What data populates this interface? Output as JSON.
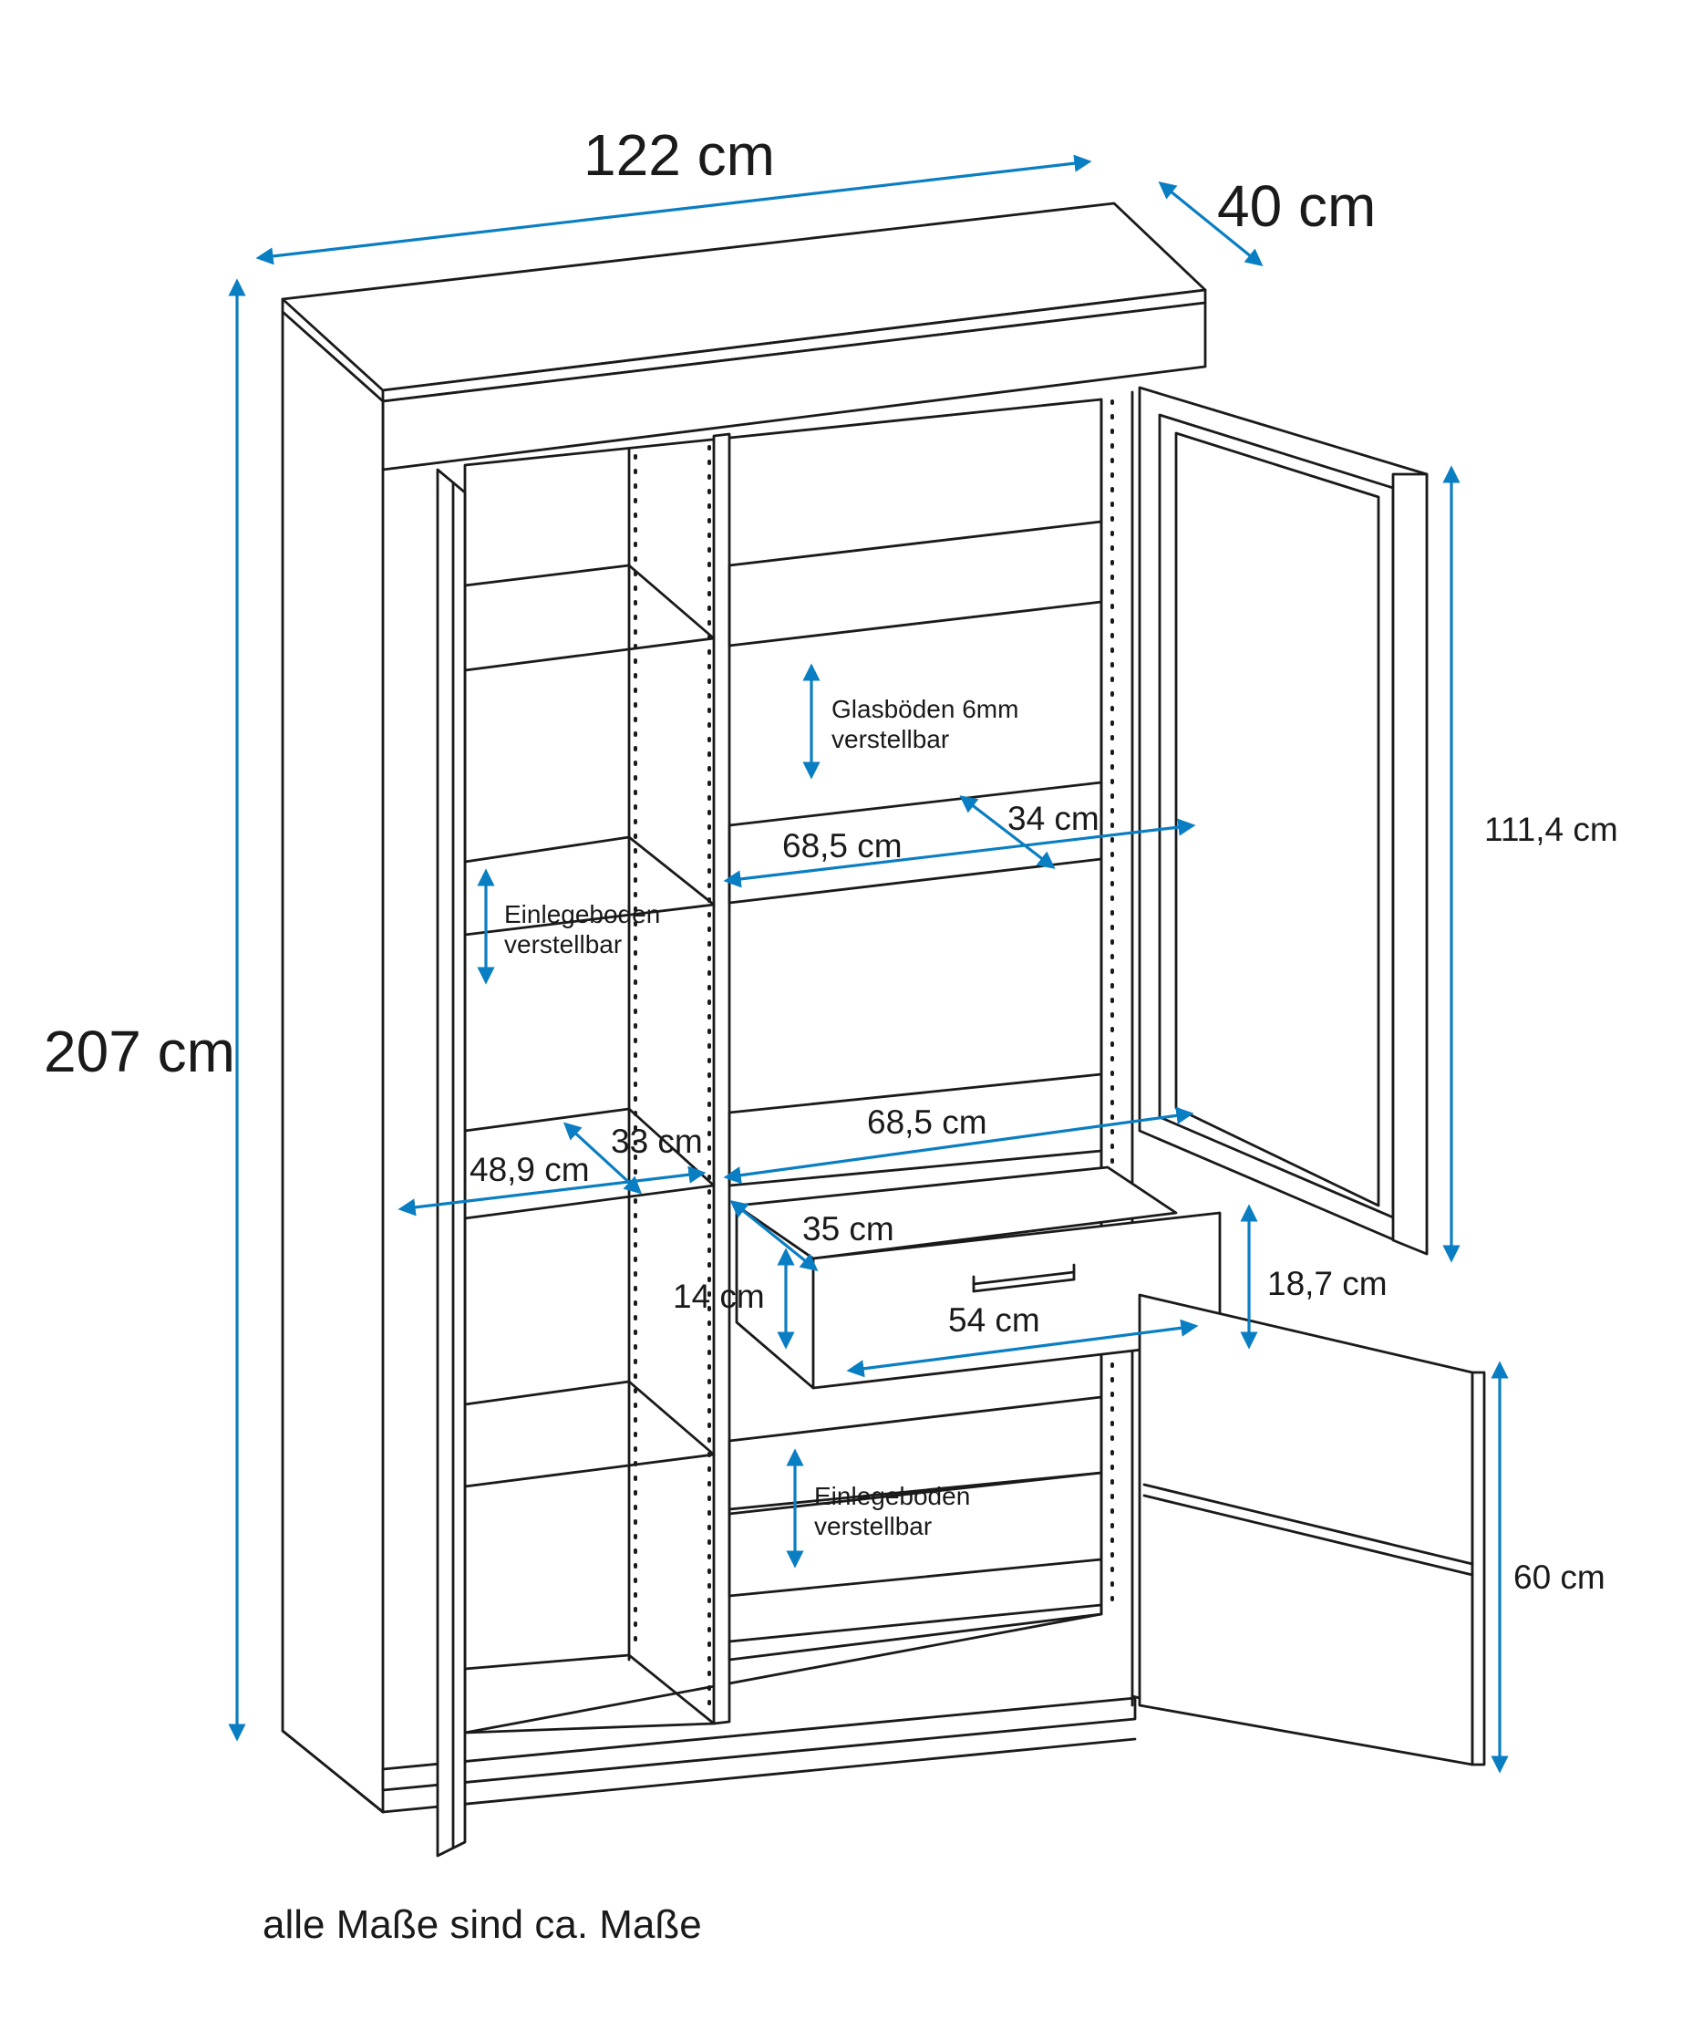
{
  "colors": {
    "dimension_arrow": "#0a7ec2",
    "line": "#1a1a1a",
    "background": "#ffffff"
  },
  "dimensions": {
    "width": "122 cm",
    "depth": "40 cm",
    "height": "207 cm",
    "glass_door_height": "111,4 cm",
    "upper_inner_width": "68,5 cm",
    "upper_inner_depth": "34 cm",
    "lower_inner_width": "68,5 cm",
    "left_compartment_width": "48,9 cm",
    "left_compartment_depth": "33 cm",
    "drawer_depth": "35 cm",
    "drawer_inner_height": "14 cm",
    "drawer_width": "54 cm",
    "drawer_front_height": "18,7 cm",
    "lower_door_height": "60 cm"
  },
  "notes": {
    "glass_shelves_line1": "Glasböden 6mm",
    "glass_shelves_line2": "verstellbar",
    "left_shelf_line1": "Einlegeboden",
    "left_shelf_line2": "verstellbar",
    "lower_shelf_line1": "Einlegeboden",
    "lower_shelf_line2": "verstellbar",
    "footer": "alle Maße sind ca. Maße"
  }
}
